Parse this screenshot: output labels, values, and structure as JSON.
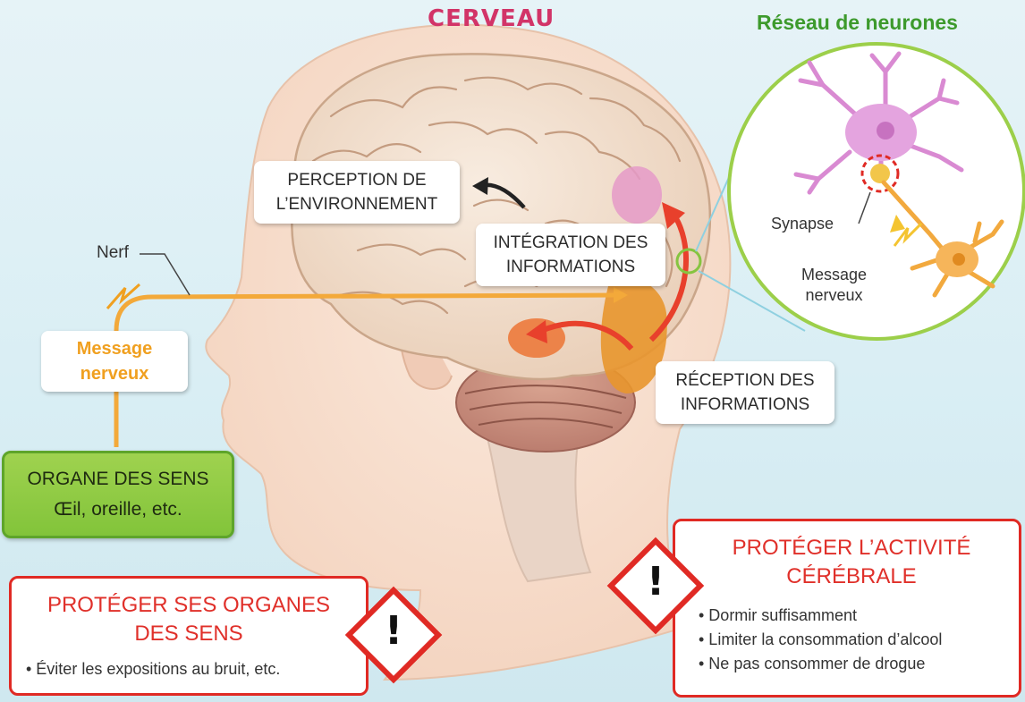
{
  "titles": {
    "cerveau": "CERVEAU",
    "reseau": "Réseau de neurones"
  },
  "labels": {
    "perception": [
      "PERCEPTION DE",
      "L’ENVIRONNEMENT"
    ],
    "integration": [
      "INTÉGRATION DES",
      "INFORMATIONS"
    ],
    "reception": [
      "RÉCEPTION DES",
      "INFORMATIONS"
    ],
    "nerf": "Nerf",
    "message_nerveux": [
      "Message",
      "nerveux"
    ],
    "synapse": "Synapse",
    "message_nerveux_neurone": [
      "Message",
      "nerveux"
    ]
  },
  "organe": {
    "title": "ORGANE DES SENS",
    "subtitle": "Œil, oreille, etc."
  },
  "warnings": {
    "organes": {
      "title": [
        "PROTÉGER SES ORGANES",
        "DES SENS"
      ],
      "items": [
        "• Éviter les expositions au bruit, etc."
      ]
    },
    "cerebrale": {
      "title": [
        "PROTÉGER L’ACTIVITÉ",
        "CÉRÉBRALE"
      ],
      "items": [
        "• Dormir suffisamment",
        "• Limiter la consommation d’alcool",
        "• Ne pas consommer de drogue"
      ]
    }
  },
  "warning_symbol": "!",
  "colors": {
    "orange": "#f0a020",
    "red": "#e0302a",
    "green": "#82c43a",
    "pink": "#d23468"
  }
}
